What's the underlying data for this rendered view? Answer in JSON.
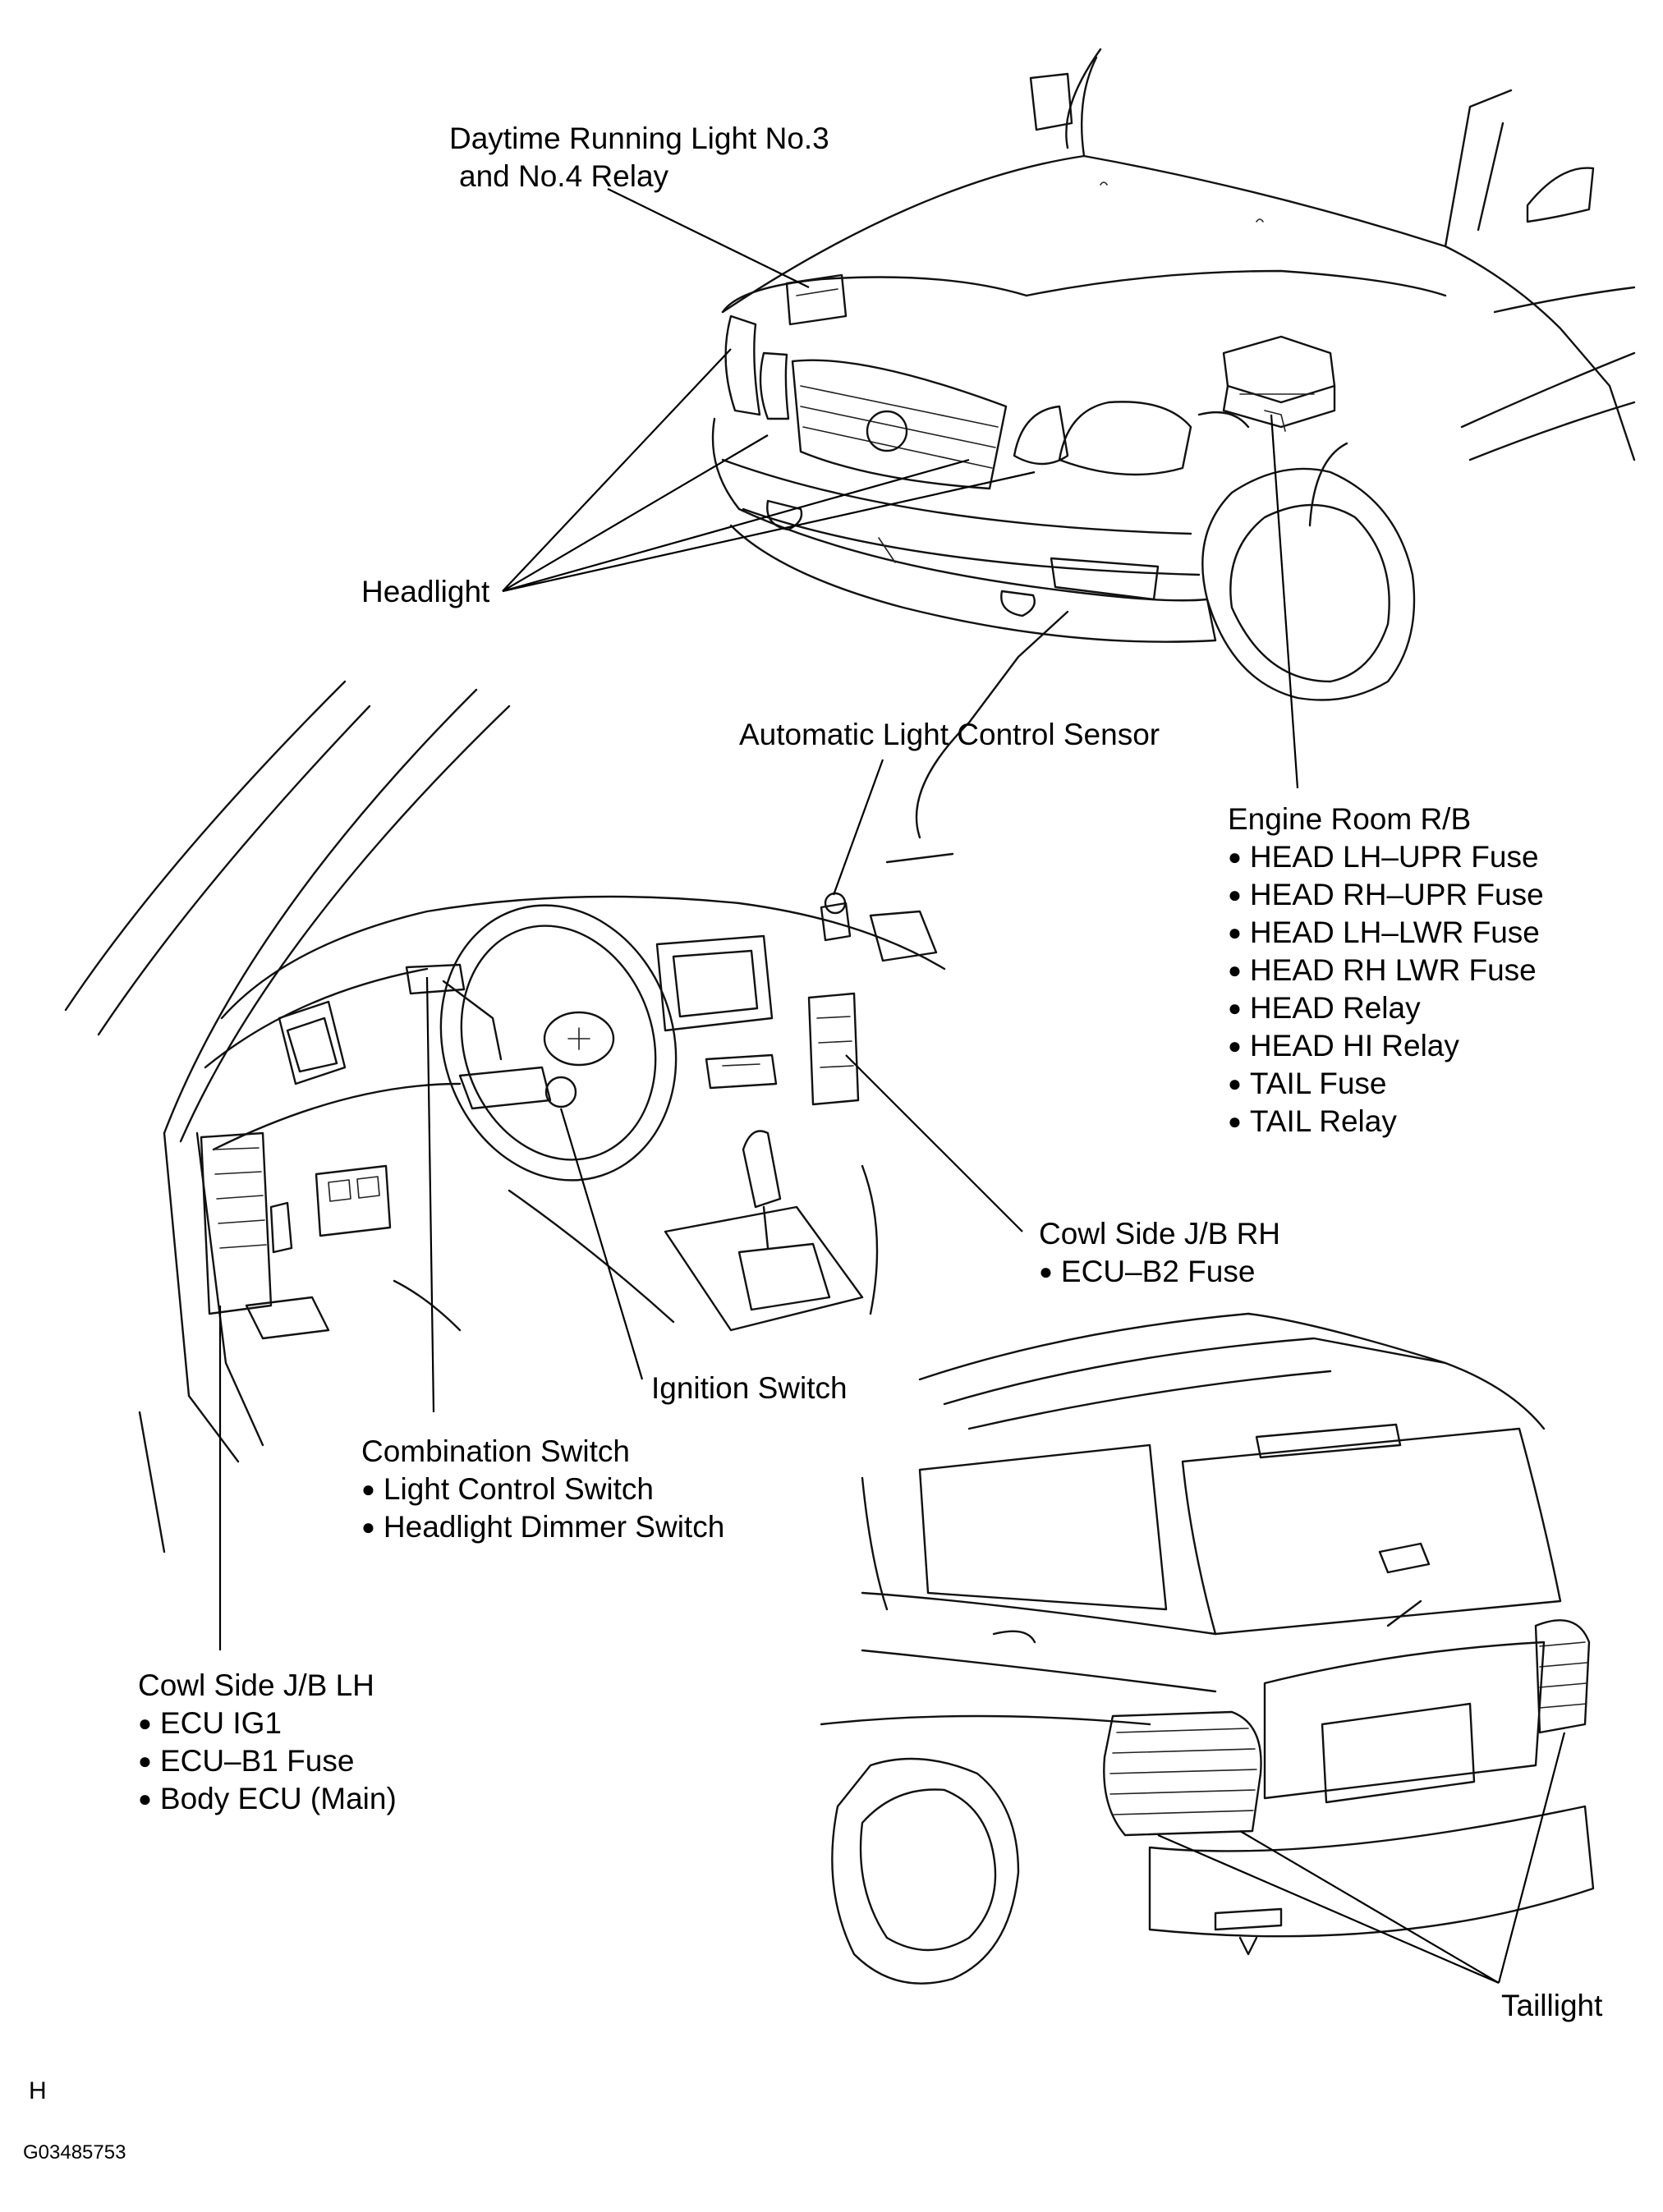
{
  "labels": {
    "drl_relay": {
      "line1": "Daytime Running Light No.3",
      "line2": "and No.4 Relay"
    },
    "headlight": "Headlight",
    "auto_sensor": "Automatic Light Control Sensor",
    "engine_room_rb": {
      "title": "Engine Room R/B",
      "items": [
        "HEAD LH–UPR Fuse",
        "HEAD RH–UPR Fuse",
        "HEAD LH–LWR Fuse",
        "HEAD RH LWR Fuse",
        "HEAD Relay",
        "HEAD HI Relay",
        "TAIL Fuse",
        "TAIL Relay"
      ]
    },
    "cowl_rh": {
      "title": "Cowl Side J/B RH",
      "items": [
        "ECU–B2 Fuse"
      ]
    },
    "ignition_switch": "Ignition Switch",
    "combination_switch": {
      "title": "Combination Switch",
      "items": [
        "Light Control Switch",
        "Headlight Dimmer Switch"
      ]
    },
    "cowl_lh": {
      "title": "Cowl Side J/B LH",
      "items": [
        "ECU IG1",
        "ECU–B1 Fuse",
        "Body ECU (Main)"
      ]
    },
    "taillight": "Taillight"
  },
  "footer": {
    "section_letter": "H",
    "figure_code": "G03485753"
  }
}
